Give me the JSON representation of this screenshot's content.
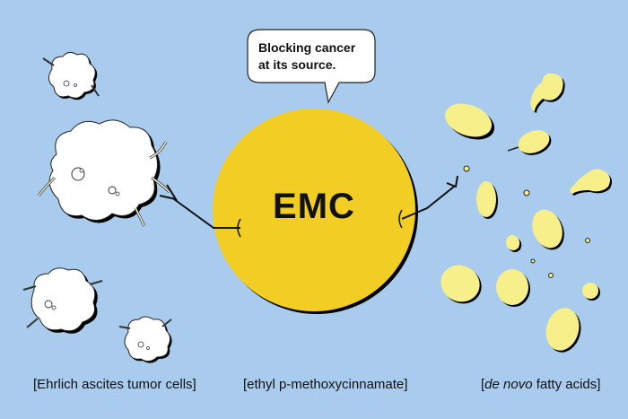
{
  "speech_bubble": {
    "text": "Blocking cancer at its source."
  },
  "center": {
    "label": "EMC"
  },
  "captions": {
    "left": "[Ehrlich ascites tumor cells]",
    "center": "[ethyl p-methoxycinnamate]",
    "right_prefix": "[",
    "right_italic": "de novo",
    "right_suffix": " fatty acids]"
  },
  "colors": {
    "background": "#a9ccee",
    "emc_circle": "#f2cd24",
    "fatty_acid": "#f6ef8a",
    "tumor_cell": "#ffffff"
  }
}
